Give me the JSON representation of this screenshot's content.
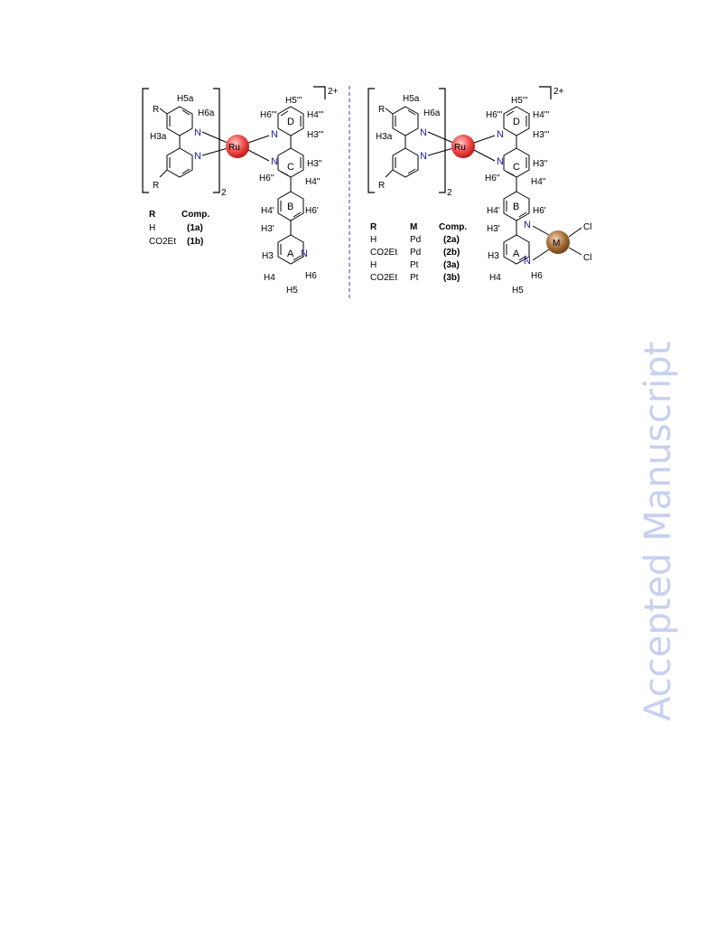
{
  "watermark": "Accepted Manuscript",
  "colors": {
    "ruthenium": "#e83a3a",
    "metal_m": "#a0663a",
    "nitrogen": "#1a1aa8",
    "divider": "#3a3aa0",
    "watermark": "#c8d0f0"
  },
  "left": {
    "charge": "2+",
    "sub2": "2",
    "metal": "Ru",
    "protons": {
      "h5a": "H5a",
      "h6a": "H6a",
      "h3a": "H3a",
      "h5ppp": "H5'''",
      "h6ppp": "H6'''",
      "h4ppp": "H4'''",
      "h3ppp": "H3'''",
      "h3pp": "H3''",
      "h6pp": "H6''",
      "h4pp": "H4''",
      "h4p": "H4'",
      "h6p": "H6'",
      "h3p": "H3'",
      "h3": "H3",
      "h4": "H4",
      "h5": "H5",
      "h6": "H6"
    },
    "rings": {
      "a": "A",
      "b": "B",
      "c": "C",
      "d": "D"
    },
    "substituent": "R",
    "n": "N",
    "table": {
      "headers": [
        "R",
        "Comp."
      ],
      "rows": [
        {
          "r": "H",
          "comp": "(1a)"
        },
        {
          "r": "CO2Et",
          "comp": "(1b)"
        }
      ]
    }
  },
  "right": {
    "charge": "2+",
    "sub2": "2",
    "metal": "Ru",
    "metal2": "M",
    "cl": "Cl",
    "protons": {
      "h5a": "H5a",
      "h6a": "H6a",
      "h3a": "H3a",
      "h5ppp": "H5'''",
      "h6ppp": "H6'''",
      "h4ppp": "H4'''",
      "h3ppp": "H3'''",
      "h3pp": "H3''",
      "h6pp": "H6''",
      "h4pp": "H4''",
      "h4p": "H4'",
      "h6p": "H6'",
      "h3p": "H3'",
      "h3": "H3",
      "h4": "H4",
      "h5": "H5",
      "h6": "H6"
    },
    "rings": {
      "a": "A",
      "b": "B",
      "c": "C",
      "d": "D"
    },
    "substituent": "R",
    "n": "N",
    "table": {
      "headers": [
        "R",
        "M",
        "Comp."
      ],
      "rows": [
        {
          "r": "H",
          "m": "Pd",
          "comp": "(2a)"
        },
        {
          "r": "CO2Et",
          "m": "Pd",
          "comp": "(2b)"
        },
        {
          "r": "H",
          "m": "Pt",
          "comp": "(3a)"
        },
        {
          "r": "CO2Et",
          "m": "Pt",
          "comp": "(3b)"
        }
      ]
    }
  }
}
